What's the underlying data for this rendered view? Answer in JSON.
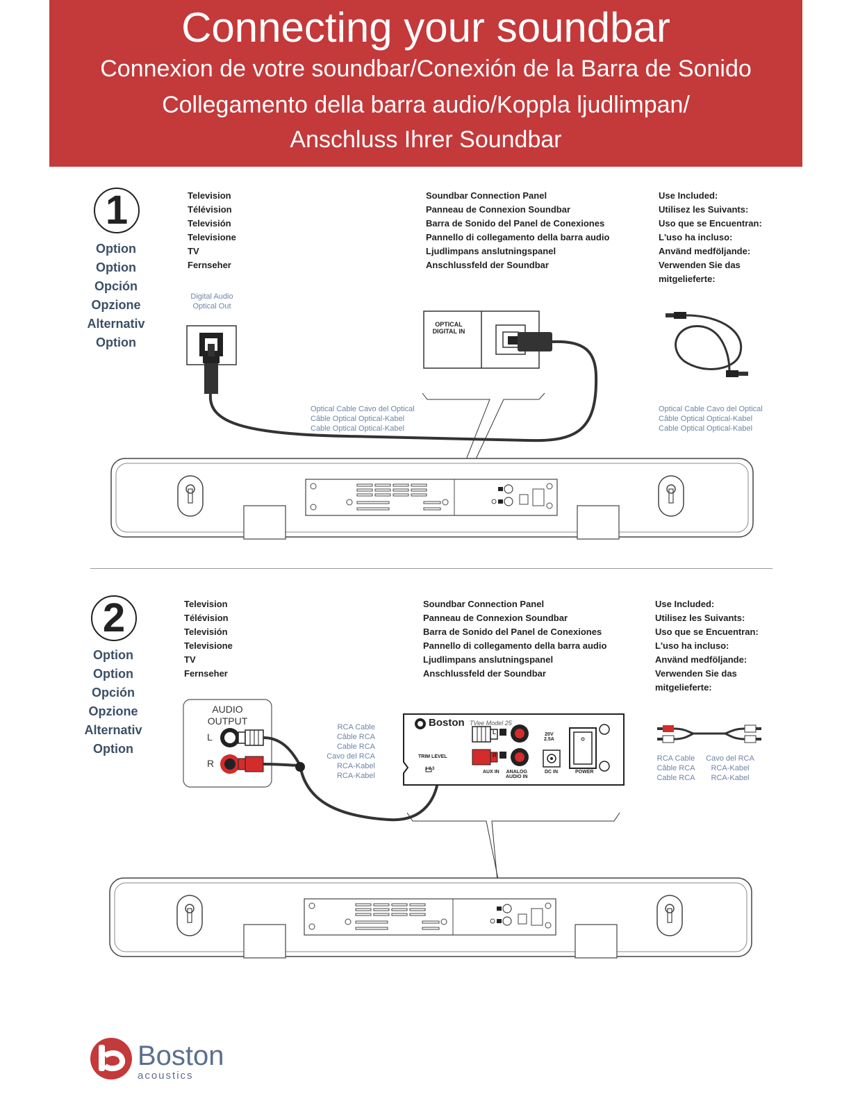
{
  "header": {
    "title": "Connecting your soundbar",
    "subtitle_line1": "Connexion de votre soundbar/Conexión de la Barra de Sonido",
    "subtitle_line2": "Collegamento della barra audio/Koppla ljudlimpan/",
    "subtitle_line3": "Anschluss Ihrer Soundbar"
  },
  "option_labels": [
    "Option",
    "Option",
    "Opción",
    "Opzione",
    "Alternativ",
    "Option"
  ],
  "television_labels": [
    "Television",
    "Télévision",
    "Televisión",
    "Televisione",
    "TV",
    "Fernseher"
  ],
  "panel_labels": [
    "Soundbar Connection Panel",
    "Panneau de Connexion Soundbar",
    "Barra de Sonido del Panel de Conexiones",
    "Pannello di collegamento della barra audio",
    "Ljudlimpans anslutningspanel",
    "Anschlussfeld der Soundbar"
  ],
  "use_included_labels": [
    "Use Included:",
    "Utilisez les Suivants:",
    "Uso que se Encuentran:",
    "L'uso ha incluso:",
    "Använd medföljande:",
    "Verwenden Sie das",
    "mitgelieferte:"
  ],
  "option1": {
    "number": "1",
    "tv_port_line1": "Digital Audio",
    "tv_port_line2": "Optical Out",
    "panel_port_line1": "OPTICAL",
    "panel_port_line2": "DIGITAL IN",
    "cable_col1": [
      "Optical Cable",
      "Câble Optical",
      "Cable Optical"
    ],
    "cable_col2": [
      "Cavo del Optical",
      "Optical-Kabel",
      "Optical-Kabel"
    ]
  },
  "option2": {
    "number": "2",
    "tv_output_line1": "AUDIO",
    "tv_output_line2": "OUTPUT",
    "left": "L",
    "right": "R",
    "cable_labels": [
      "RCA Cable",
      "Câble RCA",
      "Cable RCA",
      "Cavo del RCA",
      "RCA-Kabel",
      "RCA-Kabel"
    ],
    "panel": {
      "brand": "Boston",
      "model": "TVee Model 25",
      "trim_level": "TRIM LEVEL",
      "trim_numbers": "1 2 3",
      "aux_in": "AUX IN",
      "analog_line1": "ANALOG",
      "analog_line2": "AUDIO IN",
      "dc_in": "DC IN",
      "power": "POWER",
      "voltage": "20V",
      "current": "2.5A",
      "l": "L",
      "r": "R"
    },
    "included_col1": [
      "RCA Cable",
      "Câble RCA",
      "Cable RCA"
    ],
    "included_col2": [
      "Cavo del RCA",
      "RCA-Kabel",
      "RCA-Kabel"
    ]
  },
  "logo": {
    "brand": "Boston",
    "sub": "acoustics"
  },
  "colors": {
    "banner": "#c4393a",
    "option_text": "#3b4f66",
    "caption": "#6d84a8",
    "rca_red": "#d42b2b",
    "logo_red": "#c4393a"
  }
}
